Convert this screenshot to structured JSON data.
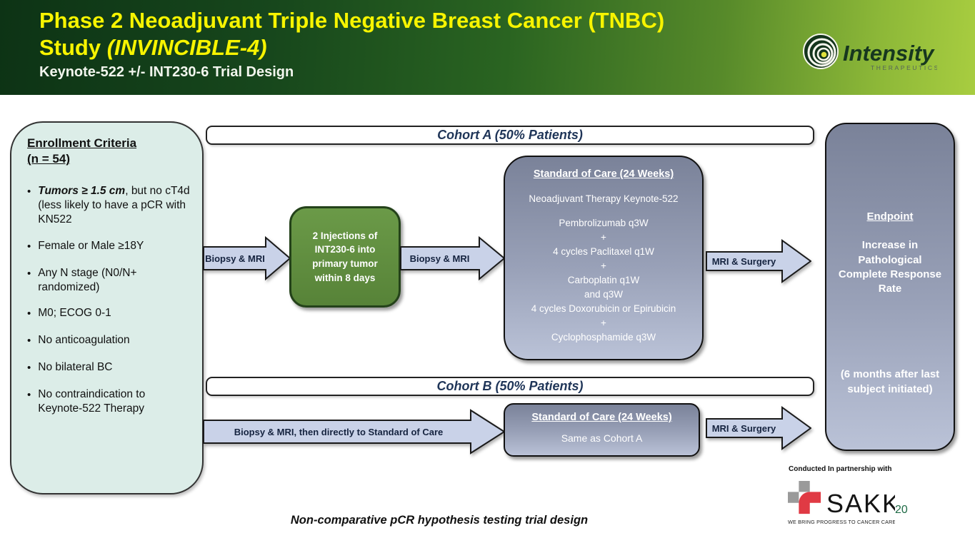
{
  "slide": {
    "header": {
      "title_line1": "Phase 2 Neoadjuvant Triple Negative Breast Cancer (TNBC)",
      "title_line2_plain": "Study ",
      "title_line2_italic": "(INVINCIBLE-4)",
      "subtitle": "Keynote-522 +/- INT230-6 Trial Design"
    },
    "logo": {
      "brand": "Intensity",
      "sub_brand": "THERAPEUTICS"
    },
    "enrollment": {
      "heading_line1": "Enrollment Criteria",
      "heading_line2": "(n = 54)",
      "bullets": [
        {
          "em": "Tumors ≥ 1.5 cm",
          "text": ", but no cT4d (less likely to have a pCR with KN522"
        },
        {
          "em": "",
          "text": "Female or Male ≥18Y"
        },
        {
          "em": "",
          "text": "Any N stage (N0/N+ randomized)"
        },
        {
          "em": "",
          "text": "M0; ECOG 0-1"
        },
        {
          "em": "",
          "text": "No anticoagulation"
        },
        {
          "em": "",
          "text": "No bilateral BC"
        },
        {
          "em": "",
          "text": "No contraindication to Keynote-522 Therapy"
        }
      ]
    },
    "cohort_a": {
      "label": "Cohort A (50% Patients)"
    },
    "cohort_b": {
      "label": "Cohort B (50% Patients)"
    },
    "arrows": {
      "biopsy_mri_1": "Biopsy & MRI",
      "biopsy_mri_2": "Biopsy & MRI",
      "mri_surgery_a": "MRI & Surgery",
      "long_b": "Biopsy & MRI, then directly to Standard of Care",
      "mri_surgery_b": "MRI & Surgery"
    },
    "injection_box": {
      "lines": [
        "2 Injections of",
        "INT230-6 into",
        "primary tumor",
        "within 8 days"
      ]
    },
    "soc_a": {
      "title": "Standard of Care (24 Weeks)",
      "intro": "Neoadjuvant Therapy Keynote-522",
      "lines": [
        "Pembrolizumab q3W",
        "+",
        "4 cycles Paclitaxel q1W",
        "+",
        "Carboplatin q1W",
        "and q3W",
        "4 cycles Doxorubicin or Epirubicin",
        "+",
        "Cyclophosphamide q3W"
      ]
    },
    "soc_b": {
      "title": "Standard of Care (24 Weeks)",
      "body": "Same as Cohort A"
    },
    "endpoint": {
      "title": "Endpoint",
      "body": "Increase in Pathological Complete Response Rate",
      "note": "(6 months after last subject initiated)"
    },
    "partnership": {
      "label": "Conducted In partnership with",
      "logo_text": "SAKK",
      "tagline": "WE BRING PROGRESS TO CANCER CARE"
    },
    "footer": {
      "caption": "Non-comparative pCR hypothesis testing trial design",
      "page_number": "20"
    }
  },
  "colors": {
    "header_gradient_start": "#0d3315",
    "header_gradient_end": "#a8cd40",
    "title_yellow": "#f7f400",
    "enrollment_bg": "#dcede8",
    "injection_green": "#5e8b3f",
    "box_gray_top": "#7a8299",
    "box_gray_bottom": "#bac2d7",
    "arrow_fill": "#c9d2e8",
    "cohort_text": "#1f3558",
    "page_green": "#1f6b46",
    "sakk_red": "#e03a44",
    "sakk_gray": "#9a9a9a"
  }
}
